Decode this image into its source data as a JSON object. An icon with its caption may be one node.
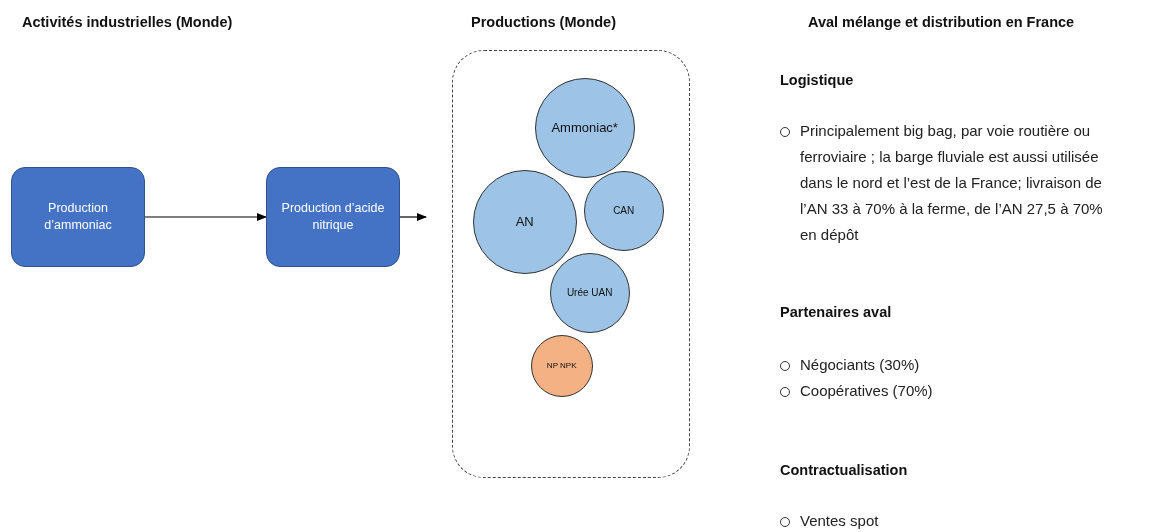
{
  "diagram": {
    "nodes": [
      {
        "text": [
          "Production d’ammoniac"
        ]
      },
      {
        "text": [
          "Production d’acide nitrique"
        ]
      },
      {
        "text": [],
        "shape": "box"
      },
      {
        "text": [
          "Ammoniac*"
        ],
        "in": 2
      },
      {
        "text": [
          "AN"
        ],
        "in": 2
      },
      {
        "text": [
          "CAN"
        ],
        "in": 2
      },
      {
        "text": [
          "Urée UAN"
        ],
        "in": 2
      },
      {
        "text": [
          "NP NPK"
        ],
        "in": 2
      }
    ],
    "edges": [
      {
        "from": 0,
        "to": 1,
        "arrow": "to"
      },
      {
        "from": 1,
        "to": 2,
        "arrow": "to"
      }
    ],
    "labels": [
      "Activités industrielles (Monde)",
      "Productions (Monde)",
      "Aval mélange et distribution en France",
      "Logistique",
      "Principalement big bag, par voie routière ou ferroviaire ; la barge fluviale est aussi utilisée dans le nord et l’est de la France; livraison de l’AN 33 à 70% à la ferme, de l’AN 27,5 à 70% en dépôt",
      "Partenaires aval",
      "Négociants (30%)",
      "Coopératives (70%)",
      "Contractualisation",
      "Ventes spot"
    ]
  }
}
